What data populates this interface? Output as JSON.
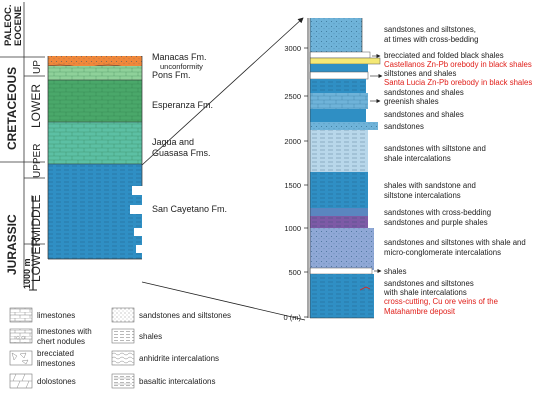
{
  "periods": {
    "paleoc_eocene": [
      "PALEOC.",
      "EOCENE"
    ],
    "cretaceous": "CRETACEOUS",
    "jurassic": "JURASSIC"
  },
  "epochs": {
    "up": "UP",
    "lower_cret": "LOWER",
    "upper_jur": "UPPER",
    "middle_jur": "MIDDLE",
    "lower_jur": "LOWER"
  },
  "formations": {
    "manacas": "Manacas Fm.",
    "unconformity": "unconformity",
    "pons": "Pons Fm.",
    "esperanza": "Esperanza Fm.",
    "jagua": [
      "Jagua and",
      "Guasasa Fms."
    ],
    "san_cayetano": "San Cayetano Fm."
  },
  "scale_bar": "1000 m",
  "depth_axis": {
    "ticks": [
      "3000",
      "2500",
      "2000",
      "1500",
      "1000",
      "500",
      "0 (m)"
    ]
  },
  "right_annotations": [
    {
      "lines": [
        "sandstones and siltstones,",
        "at times with cross-bedding"
      ],
      "color": "#222222"
    },
    {
      "lines": [
        "brecciated and folded black shales"
      ],
      "color": "#222222"
    },
    {
      "lines": [
        "Castellanos Zn-Pb orebody in black shales"
      ],
      "color": "#e0201b"
    },
    {
      "lines": [
        "siltstones and shales"
      ],
      "color": "#222222"
    },
    {
      "lines": [
        "Santa Lucia Zn-Pb orebody in black shales"
      ],
      "color": "#e0201b"
    },
    {
      "lines": [
        "sandstones and shales"
      ],
      "color": "#222222"
    },
    {
      "lines": [
        "greenish shales"
      ],
      "color": "#222222"
    },
    {
      "lines": [
        "sandstones and shales"
      ],
      "color": "#222222"
    },
    {
      "lines": [
        "sandstones"
      ],
      "color": "#222222"
    },
    {
      "lines": [
        "sandstones with siltstone and",
        "shale intercalations"
      ],
      "color": "#222222"
    },
    {
      "lines": [
        "shales with sandstone and",
        "siltstone intercalations"
      ],
      "color": "#222222"
    },
    {
      "lines": [
        "sandstones with cross-bedding"
      ],
      "color": "#222222"
    },
    {
      "lines": [
        "sandstones and purple shales"
      ],
      "color": "#222222"
    },
    {
      "lines": [
        "sandstones and siltstones with shale and",
        "micro-conglomerate intercalations"
      ],
      "color": "#222222"
    },
    {
      "lines": [
        "shales"
      ],
      "color": "#222222"
    },
    {
      "lines": [
        "sandstones and siltstones",
        "with shale intercalations"
      ],
      "color": "#222222"
    },
    {
      "lines": [
        "cross-cutting, Cu ore veins of the",
        "Matahambre deposit"
      ],
      "color": "#e0201b"
    }
  ],
  "legend": {
    "col1": [
      {
        "label": [
          "limestones"
        ]
      },
      {
        "label": [
          "limestones with",
          "chert nodules"
        ]
      },
      {
        "label": [
          "brecciated",
          "limestones"
        ]
      },
      {
        "label": [
          "dolostones"
        ]
      }
    ],
    "col2": [
      {
        "label": [
          "sandstones and siltstones"
        ]
      },
      {
        "label": [
          "shales"
        ]
      },
      {
        "label": [
          "anhidrite intercalations"
        ]
      },
      {
        "label": [
          "basaltic intercalations"
        ]
      }
    ]
  },
  "colors": {
    "blue": "#2f8fc4",
    "blue_light": "#6fb3d9",
    "green": "#4aa86a",
    "teal": "#5cc0a4",
    "green_light": "#8fd19a",
    "orange": "#f0873a",
    "yellow": "#f4e875",
    "purple": "#7d5aa6",
    "red": "#e0201b"
  }
}
